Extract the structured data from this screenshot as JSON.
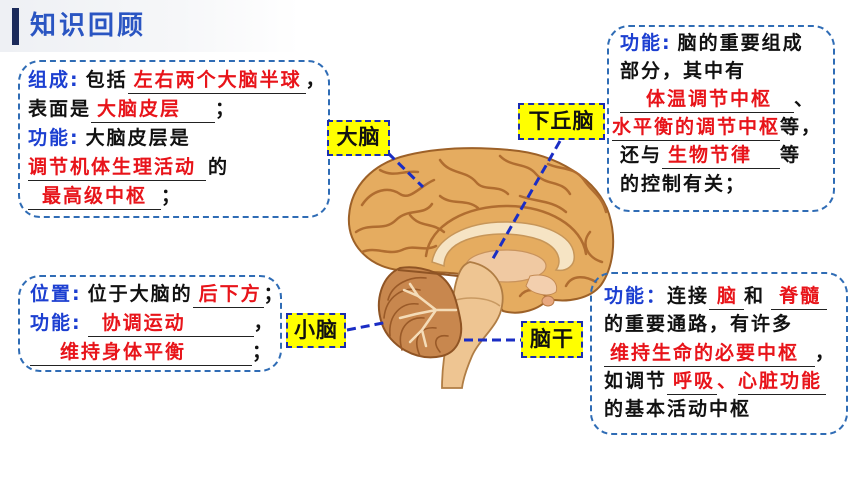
{
  "colors": {
    "title": "#2a55c2",
    "accent_bar": "#1b2a5a",
    "keyword": "#1c3fd1",
    "answer": "#e8141a",
    "box_border": "#2f6cb5",
    "label_bg": "#ffff00",
    "label_border": "#1a2db0",
    "connector": "#1a2dc4"
  },
  "header": {
    "title": "知识回顾"
  },
  "labels": {
    "cerebrum": "大脑",
    "hypothalamus": "下丘脑",
    "cerebellum": "小脑",
    "brainstem": "脑干"
  },
  "cerebrum_box": {
    "l1": {
      "key": "组成:",
      "text": "包括",
      "answer": "左右两个大脑半球",
      "end": "，"
    },
    "l2": {
      "text": "表面是",
      "answer": "大脑皮层",
      "end": "；"
    },
    "l3": {
      "key": "功能:",
      "text": "大脑皮层是"
    },
    "l4": {
      "answer": "调节机体生理活动",
      "end": "的"
    },
    "l5": {
      "answer": "最高级中枢",
      "end": "；"
    }
  },
  "hypothalamus_box": {
    "l1": {
      "key": "功能:",
      "text": "脑的重要组成"
    },
    "l2": {
      "text": "部分，其中有"
    },
    "l3": {
      "answer": "体温调节中枢",
      "end": "、"
    },
    "l4": {
      "answer": "水平衡的调节中枢",
      "end": "等，"
    },
    "l5": {
      "text": "还与",
      "answer": "生物节律",
      "end": "等"
    },
    "l6": {
      "text": "的控制有关；"
    }
  },
  "cerebellum_box": {
    "l1": {
      "key": "位置:",
      "text": "位于大脑的",
      "answer": "后下方",
      "end": "；"
    },
    "l2": {
      "key": "功能:",
      "answer": "协调运动",
      "end": "，"
    },
    "l3": {
      "answer": "维持身体平衡",
      "end": "；"
    }
  },
  "brainstem_box": {
    "l1": {
      "key": "功能：",
      "text": "连接",
      "answer1": "脑",
      "mid": "和",
      "answer2": "脊髓"
    },
    "l2": {
      "text": "的重要通路，有许多"
    },
    "l3": {
      "answer": "维持生命的必要中枢",
      "end": "，"
    },
    "l4": {
      "text": "如调节",
      "answer1": "呼吸",
      "mid": "、",
      "answer2": "心脏功能"
    },
    "l5": {
      "text": "的基本活动中枢"
    }
  }
}
